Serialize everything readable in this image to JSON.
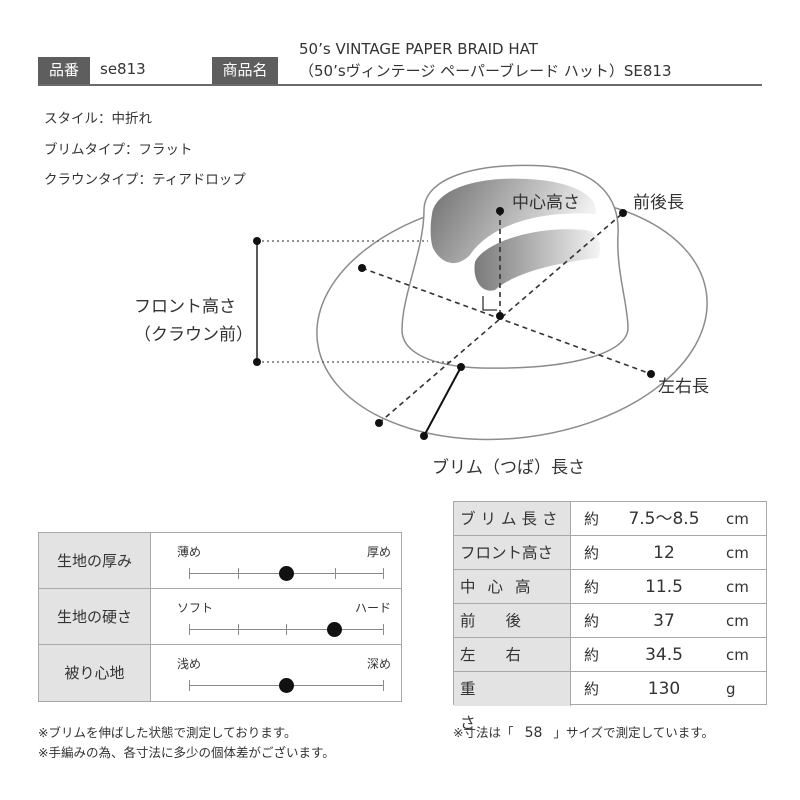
{
  "header": {
    "hinban_label": "品番",
    "code": "se813",
    "shohin_label": "商品名",
    "name_en": "50’s VINTAGE PAPER BRAID HAT",
    "name_jp": "（50’sヴィンテージ ペーパーブレード ハット）SE813"
  },
  "specs": [
    "スタイル：中折れ",
    "ブリムタイプ：フラット",
    "クラウンタイプ：ティアドロップ"
  ],
  "diagram": {
    "center_height": "中心高さ",
    "front_back": "前後長",
    "front_height_1": "フロント高さ",
    "front_height_2": "（クラウン前）",
    "left_right": "左右長",
    "brim_length": "ブリム（つば）長さ"
  },
  "feel": [
    {
      "label": "生地の厚み",
      "left": "薄め",
      "right": "厚め",
      "level": 0.5
    },
    {
      "label": "生地の硬さ",
      "left": "ソフト",
      "right": "ハード",
      "level": 0.75
    },
    {
      "label": "被り心地",
      "left": "浅め",
      "right": "深め",
      "level": 0.5
    }
  ],
  "sizes": {
    "approx": "約",
    "rows": [
      {
        "label": "ブリム長さ",
        "value": "7.5～8.5",
        "unit": "cm"
      },
      {
        "label": "フロント高さ",
        "value": "12",
        "unit": "cm"
      },
      {
        "label": "中心高さ",
        "value": "11.5",
        "unit": "cm"
      },
      {
        "label": "前後長",
        "value": "37",
        "unit": "cm"
      },
      {
        "label": "左右長",
        "value": "34.5",
        "unit": "cm"
      },
      {
        "label": "重さ",
        "value": "130",
        "unit": "g"
      }
    ]
  },
  "notes": {
    "left1": "※ブリムを伸ばした状態で測定しております。",
    "left2": "※手編みの為、各寸法に多少の個体差がございます。",
    "right_pre": "※寸法は「",
    "size": "58",
    "right_post": "」サイズで測定しています。"
  }
}
